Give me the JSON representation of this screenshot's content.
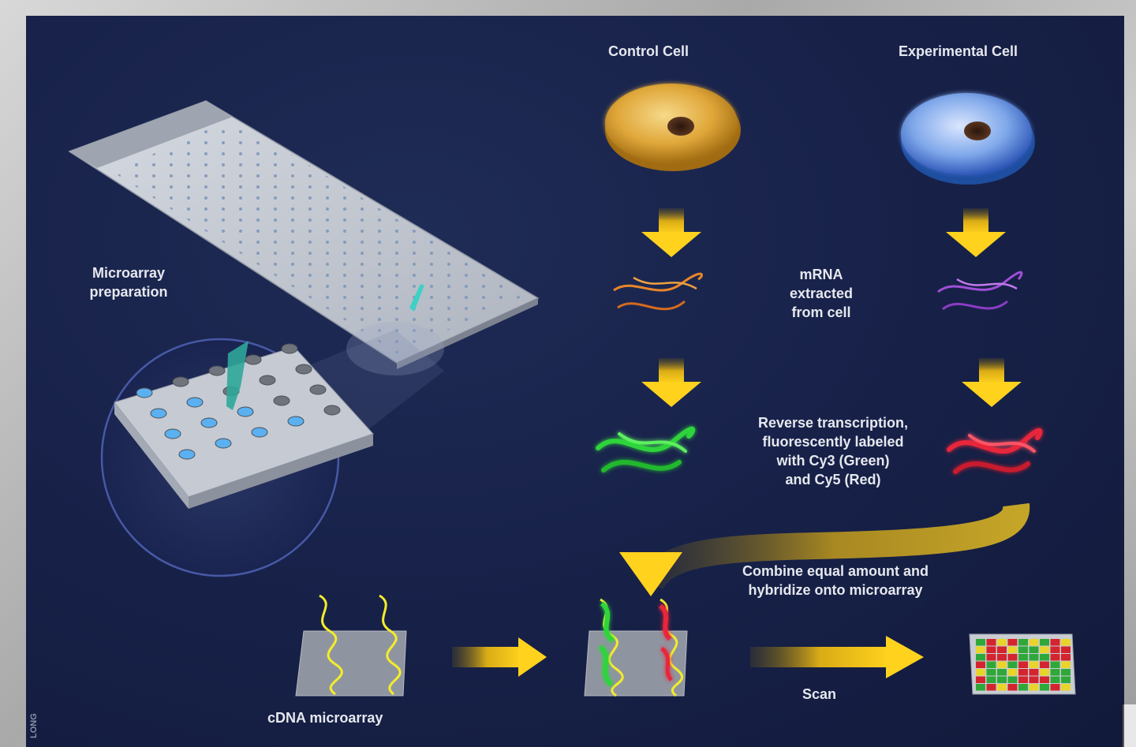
{
  "labels": {
    "control_cell": "Control Cell",
    "experimental_cell": "Experimental Cell",
    "microarray_preparation": [
      "Microarray",
      "preparation"
    ],
    "mrna_extracted": [
      "mRNA",
      "extracted",
      "from cell"
    ],
    "reverse_transcription": [
      "Reverse transcription,",
      "fluorescently labeled",
      "with Cy3 (Green)",
      "and Cy5 (Red)"
    ],
    "combine": [
      "Combine equal amount and",
      "hybridize onto microarray"
    ],
    "cdna_microarray": "cDNA microarray",
    "scan": "Scan",
    "credit": "LONG"
  },
  "colors": {
    "background": "#18224a",
    "control_cell": "#e0a73a",
    "experimental_cell": "#7fa8ea",
    "control_mrna": "#e8862a",
    "experimental_mrna": "#a04fd8",
    "cy3_green": "#2fd43a",
    "cy5_red": "#e8263a",
    "arrow": "#f2c21a",
    "probe": "#f4ec2a"
  }
}
